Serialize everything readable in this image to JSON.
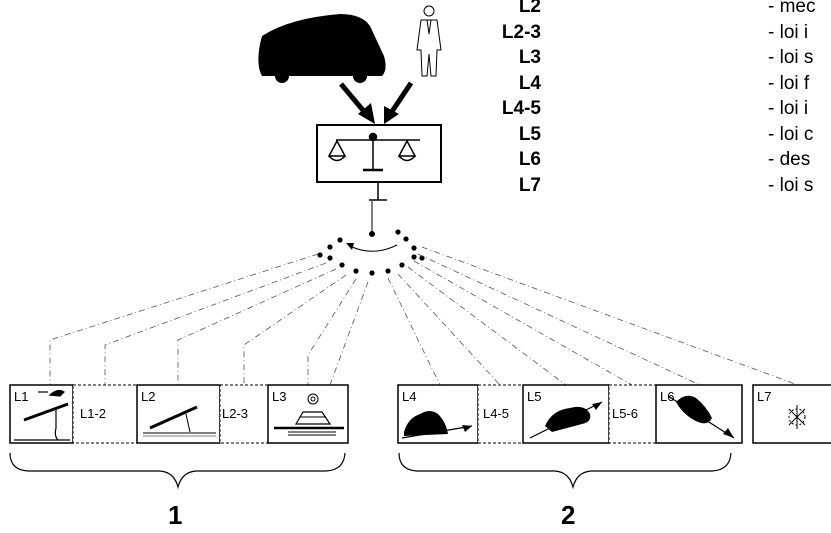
{
  "legend": [
    {
      "code": "L2",
      "text": "- mec"
    },
    {
      "code": "L2-3",
      "text": "- loi i"
    },
    {
      "code": "L3",
      "text": "- loi s"
    },
    {
      "code": "L4",
      "text": "- loi f"
    },
    {
      "code": "L4-5",
      "text": "- loi i"
    },
    {
      "code": "L5",
      "text": "- loi c"
    },
    {
      "code": "L6",
      "text": "- des"
    },
    {
      "code": "L7",
      "text": "- loi s"
    }
  ],
  "boxes": {
    "l1": "L1",
    "l1_2": "L1-2",
    "l2": "L2",
    "l2_3": "L2-3",
    "l3": "L3",
    "l4": "L4",
    "l4_5": "L4-5",
    "l5": "L5",
    "l5_6": "L5-6",
    "l6": "L6",
    "l7": "L7"
  },
  "groups": {
    "one": "1",
    "two": "2"
  }
}
